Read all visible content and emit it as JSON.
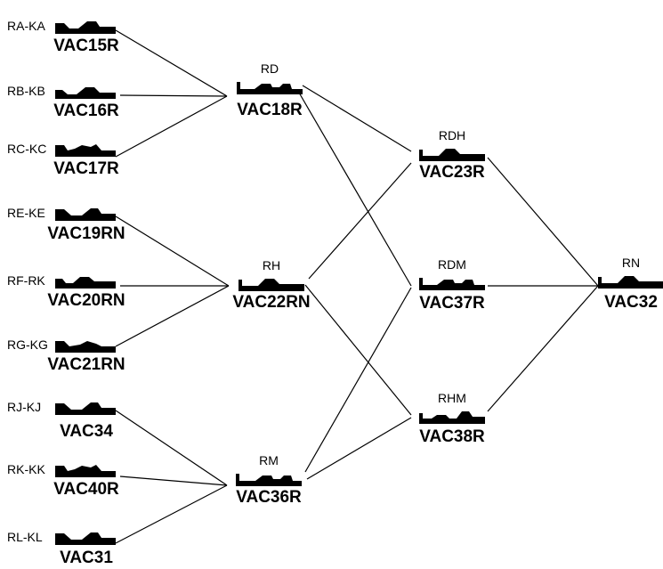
{
  "diagram": {
    "nodes": [
      {
        "id": "n1",
        "code": "RA-KA",
        "name": "VAC15R",
        "profile": "p1"
      },
      {
        "id": "n2",
        "code": "RB-KB",
        "name": "VAC16R",
        "profile": "p2"
      },
      {
        "id": "n3",
        "code": "RC-KC",
        "name": "VAC17R",
        "profile": "p3"
      },
      {
        "id": "n4",
        "code": "RE-KE",
        "name": "VAC19RN",
        "profile": "p4"
      },
      {
        "id": "n5",
        "code": "RF-RK",
        "name": "VAC20RN",
        "profile": "p5"
      },
      {
        "id": "n6",
        "code": "RG-KG",
        "name": "VAC21RN",
        "profile": "p6"
      },
      {
        "id": "n7",
        "code": "RJ-KJ",
        "name": "VAC34",
        "profile": "p4"
      },
      {
        "id": "n8",
        "code": "RK-KK",
        "name": "VAC40R",
        "profile": "p3"
      },
      {
        "id": "n9",
        "code": "RL-KL",
        "name": "VAC31",
        "profile": "p4"
      },
      {
        "id": "m1",
        "code": "RD",
        "name": "VAC18R",
        "profile": "q1"
      },
      {
        "id": "m2",
        "code": "RH",
        "name": "VAC22RN",
        "profile": "q2"
      },
      {
        "id": "m3",
        "code": "RM",
        "name": "VAC36R",
        "profile": "q3"
      },
      {
        "id": "r1",
        "code": "RDH",
        "name": "VAC23R",
        "profile": "q2"
      },
      {
        "id": "r2",
        "code": "RDM",
        "name": "VAC37R",
        "profile": "q1"
      },
      {
        "id": "r3",
        "code": "RHM",
        "name": "VAC38R",
        "profile": "q4"
      },
      {
        "id": "f1",
        "code": "RN",
        "name": "VAC32",
        "profile": "q2"
      }
    ],
    "edges": [
      [
        "n1",
        "m1"
      ],
      [
        "n2",
        "m1"
      ],
      [
        "n3",
        "m1"
      ],
      [
        "n4",
        "m2"
      ],
      [
        "n5",
        "m2"
      ],
      [
        "n6",
        "m2"
      ],
      [
        "n7",
        "m3"
      ],
      [
        "n8",
        "m3"
      ],
      [
        "n9",
        "m3"
      ],
      [
        "m1",
        "r1"
      ],
      [
        "m1",
        "r2"
      ],
      [
        "m2",
        "r1"
      ],
      [
        "m2",
        "r3"
      ],
      [
        "m3",
        "r2"
      ],
      [
        "m3",
        "r3"
      ],
      [
        "r1",
        "f1"
      ],
      [
        "r2",
        "f1"
      ],
      [
        "r3",
        "f1"
      ]
    ]
  }
}
